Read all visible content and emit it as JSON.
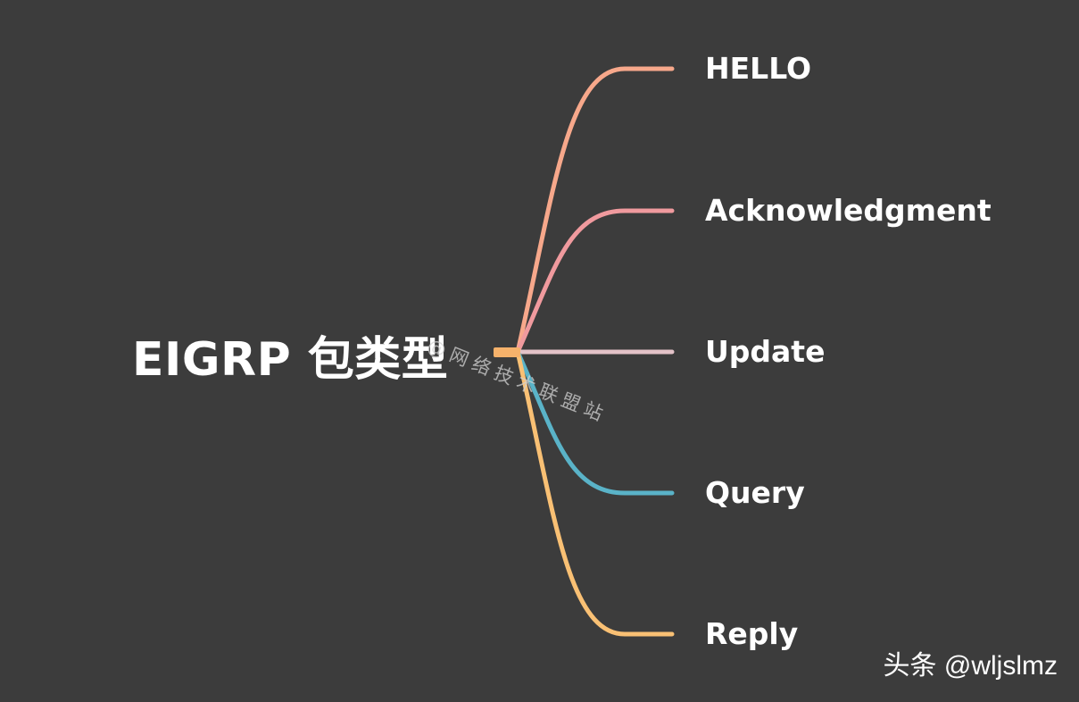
{
  "root": {
    "label": "EIGRP 包类型",
    "connector_color": "#f6b26b"
  },
  "branches": [
    {
      "label": "HELLO",
      "color": "#f7a88b"
    },
    {
      "label": "Acknowledgment",
      "color": "#f09a9e"
    },
    {
      "label": "Update",
      "color": "#e3c2c8"
    },
    {
      "label": "Query",
      "color": "#5ab3c8"
    },
    {
      "label": "Reply",
      "color": "#f9c074"
    }
  ],
  "watermark": "@网络技术联盟站",
  "credit": "头条 @wljslmz"
}
